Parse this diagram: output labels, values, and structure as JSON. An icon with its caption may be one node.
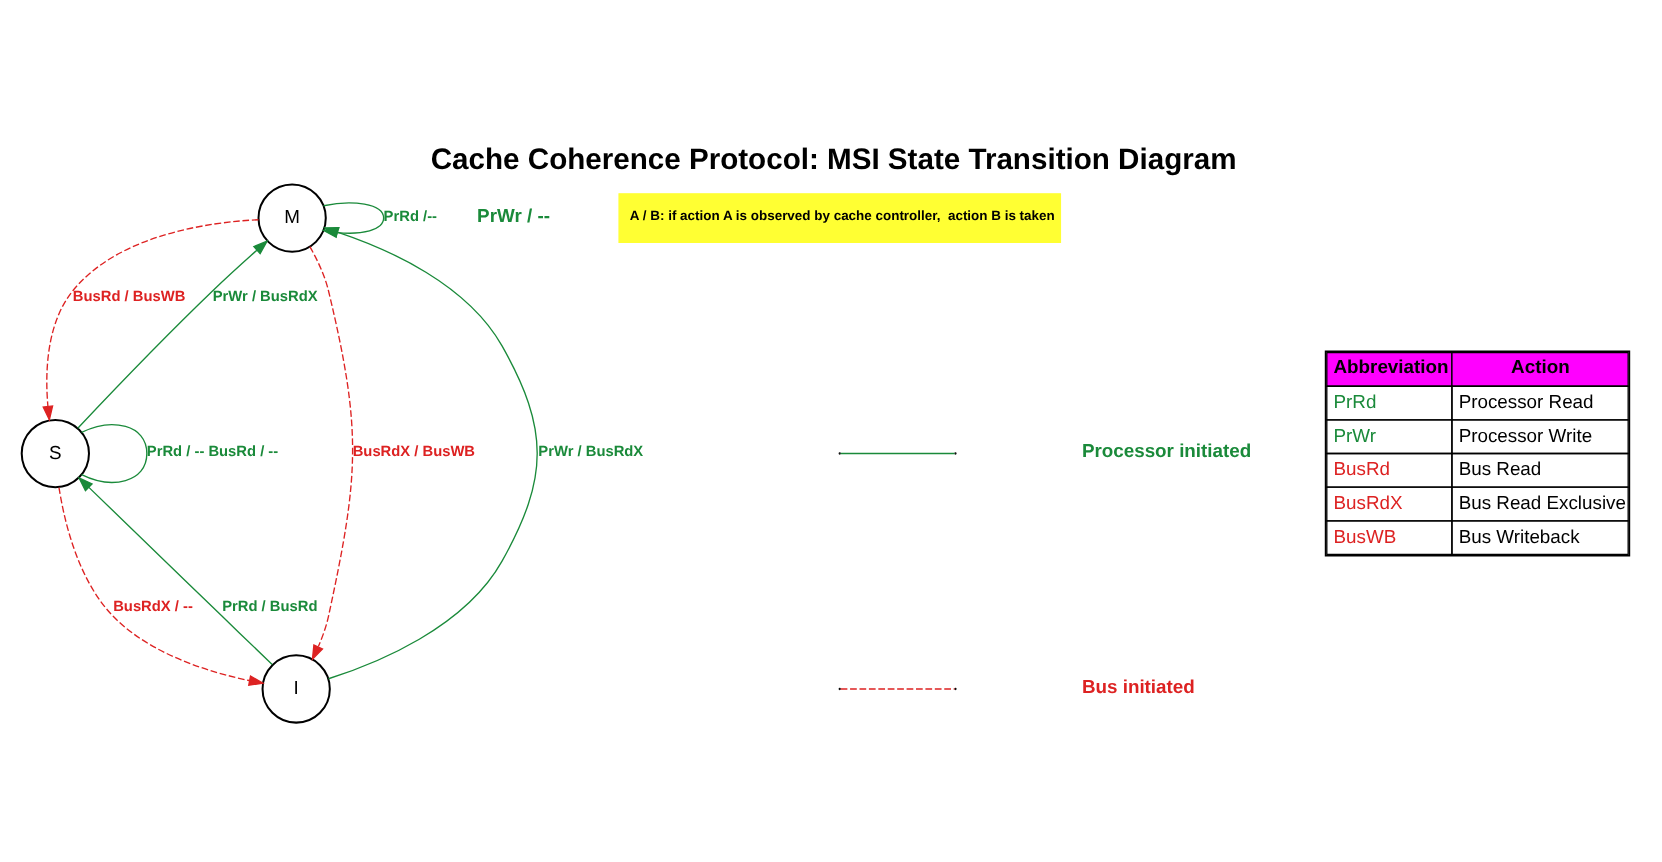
{
  "diagram": {
    "title": "Cache Coherence Protocol: MSI State Transition Diagram",
    "nodes": [
      {
        "text": [
          "M"
        ]
      },
      {
        "text": [
          "S"
        ]
      },
      {
        "text": [
          "I"
        ]
      }
    ],
    "edges": [
      {
        "from": 0,
        "to": 0,
        "arrow": "to",
        "label": "PrRd /--"
      },
      {
        "from": 1,
        "to": 0,
        "arrow": "to",
        "label": "PrWr / BusRdX"
      },
      {
        "from": 2,
        "to": 0,
        "arrow": "to",
        "label": "PrWr / BusRdX"
      },
      {
        "from": 2,
        "to": 1,
        "arrow": "to",
        "label": "PrRd / BusRd"
      },
      {
        "from": 1,
        "to": 1,
        "arrow": "none",
        "label": "PrRd / -- BusRd / --"
      },
      {
        "from": 0,
        "to": 1,
        "arrow": "to",
        "label": "BusRd / BusWB",
        "style": "dashed",
        "color": "#dd2222"
      },
      {
        "from": 0,
        "to": 2,
        "arrow": "to",
        "label": "BusRdX / BusWB",
        "style": "dashed",
        "color": "#dd2222"
      },
      {
        "from": 1,
        "to": 2,
        "arrow": "to",
        "label": "BusRdX / --",
        "style": "dashed",
        "color": "#dd2222"
      }
    ],
    "labels": [
      "PrWr / --",
      "A / B: if action A is observed by cache controller,  action B is taken",
      "Abbreviation",
      "Action",
      "PrRd",
      "Processor Read",
      "PrWr",
      "Processor Write",
      "BusRd",
      "Bus Read",
      "BusRdX",
      "Bus Read Exclusive",
      "BusWB",
      "Bus Writeback"
    ],
    "legend": [
      {
        "text": "Processor initiated"
      },
      {
        "text": "Bus initiated"
      }
    ]
  }
}
